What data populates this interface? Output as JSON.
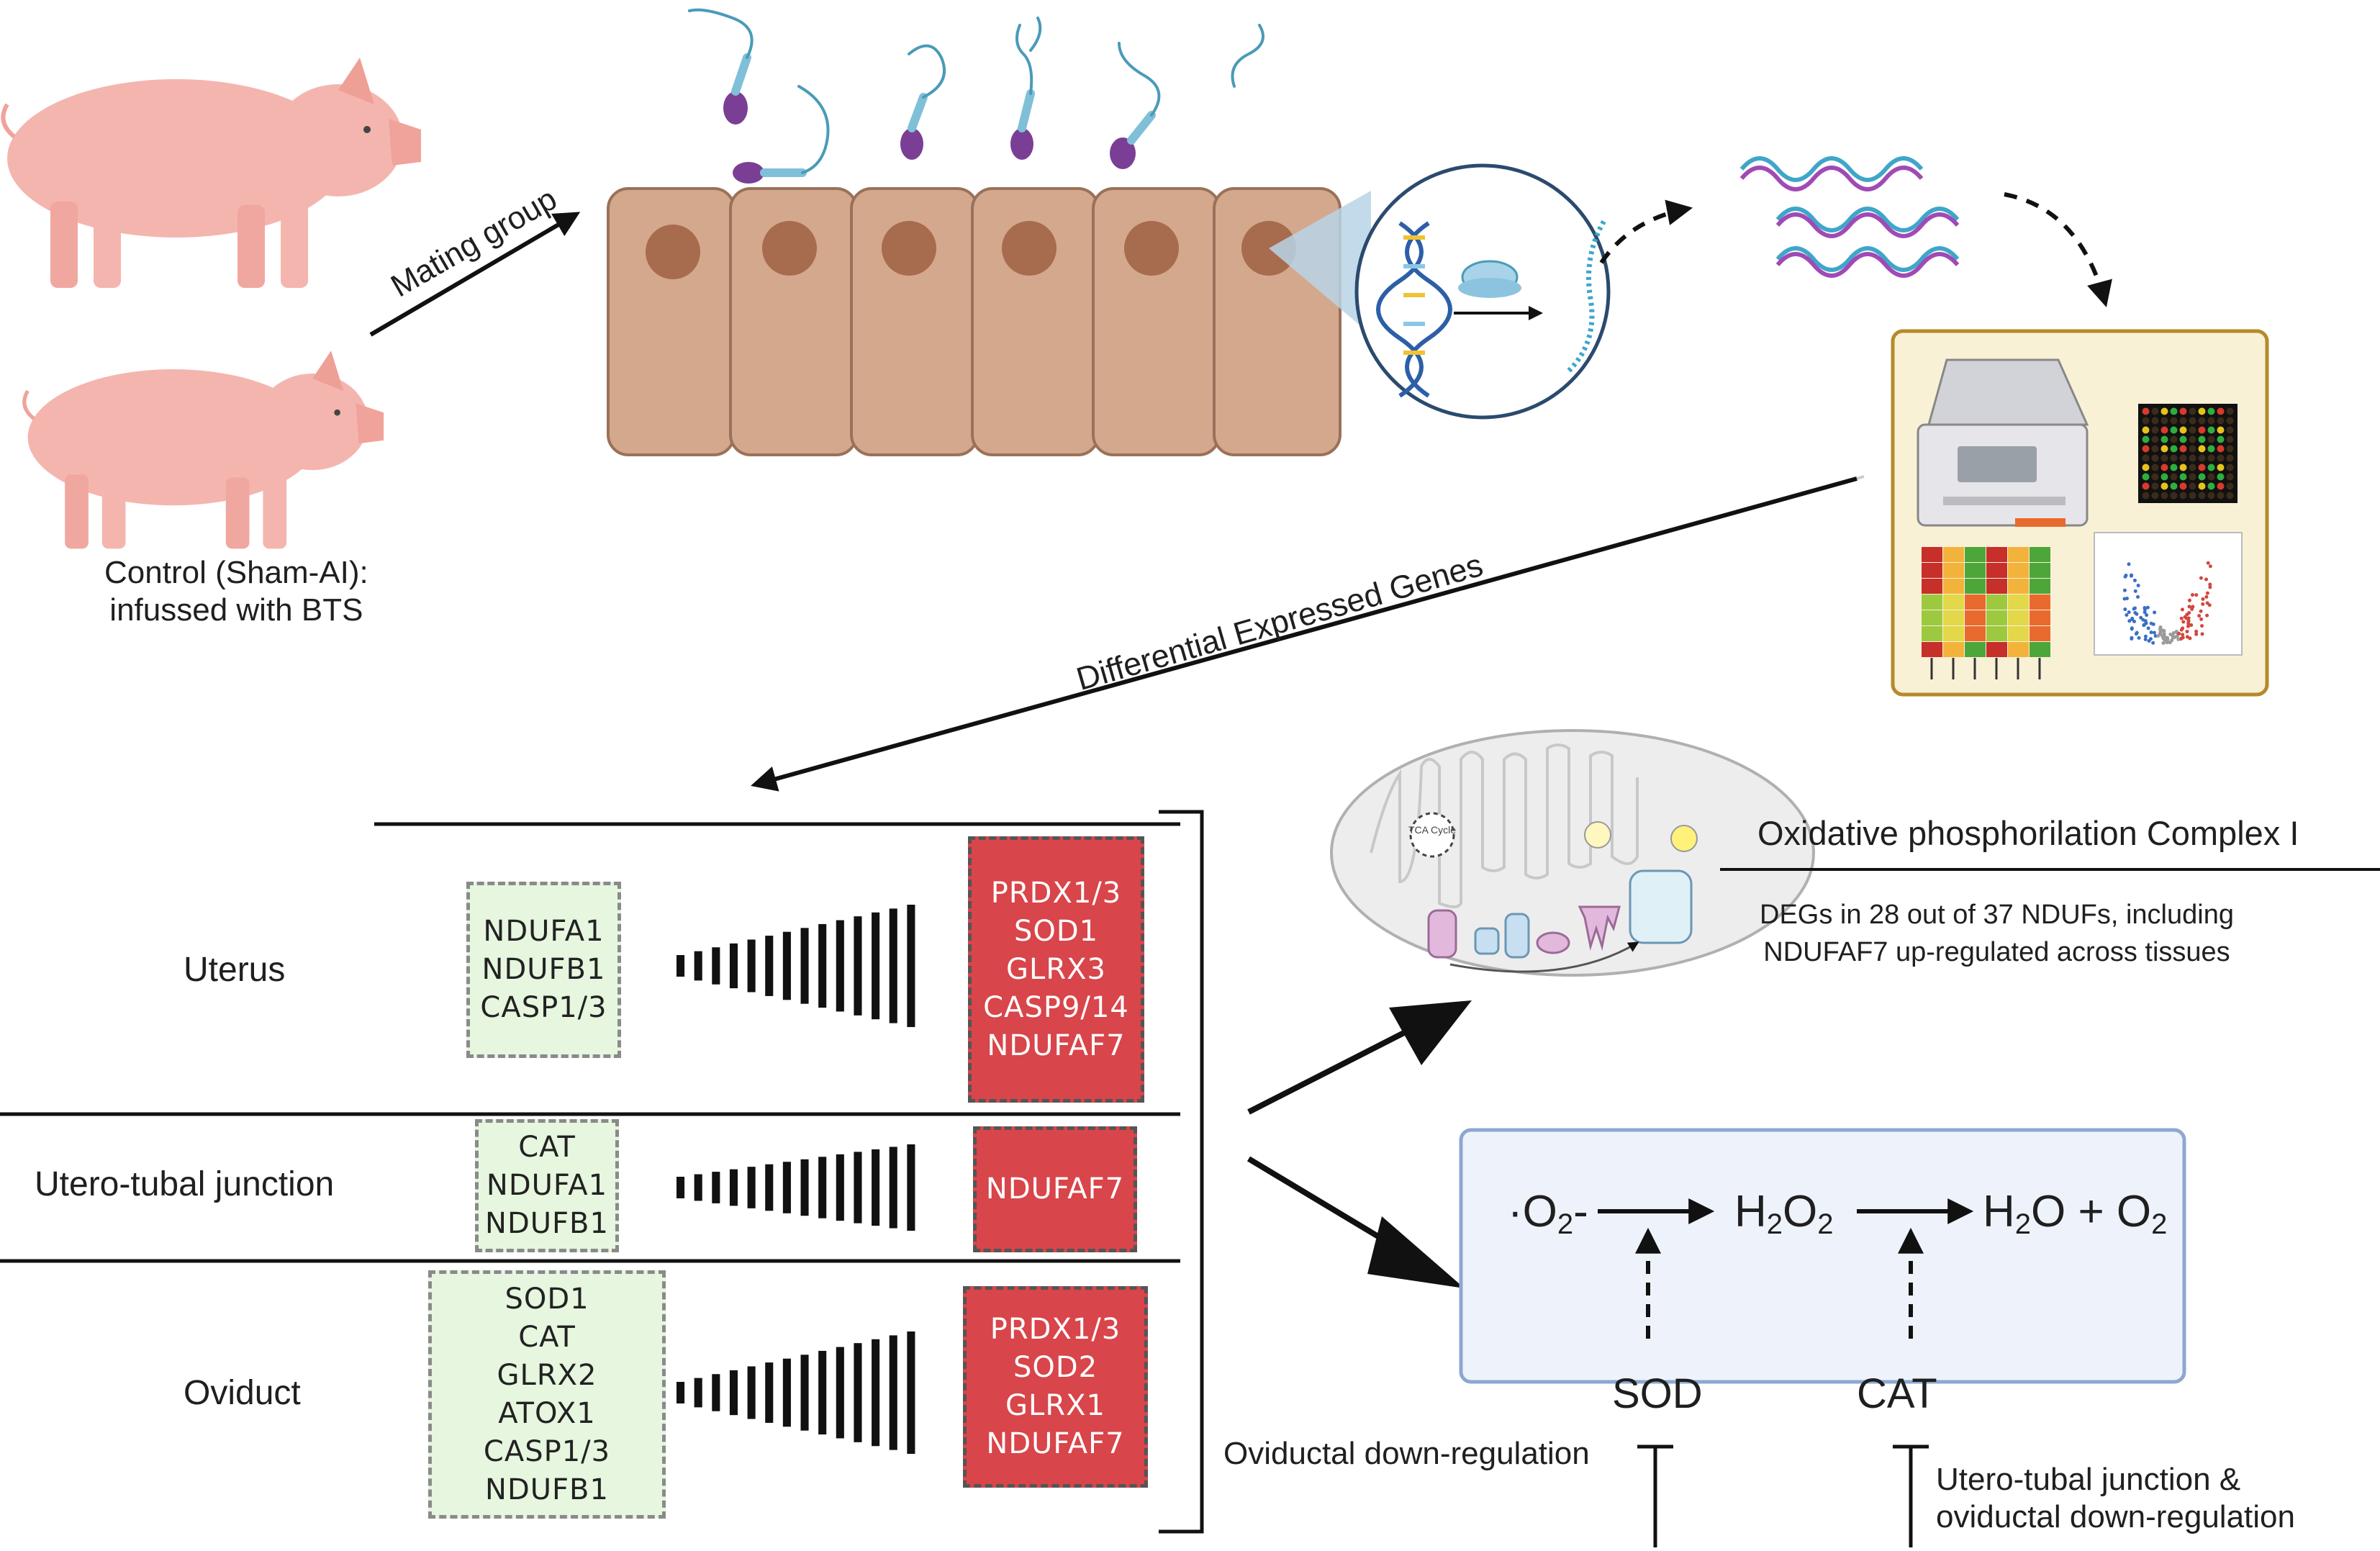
{
  "labels": {
    "control": [
      "Control (Sham-AI):",
      "infussed with BTS"
    ],
    "mating_group": "Mating group",
    "deg": "Differential Expressed Genes",
    "oxphos_title": "Oxidative phosphorilation Complex I",
    "oxphos_note": [
      "DEGs in 28 out of 37 NDUFs, including",
      "NDUFAF7 up-regulated across tissues"
    ],
    "oviductal_down": "Oviductal down-regulation",
    "utj_down": [
      "Utero-tubal junction &",
      "oviductal down-regulation"
    ],
    "mito_tca": "TCA Cycle"
  },
  "tissues": [
    {
      "name": "Uterus",
      "down": [
        "NDUFA1",
        "NDUFB1",
        "CASP1/3"
      ],
      "up": [
        "PRDX1/3",
        "SOD1",
        "GLRX3",
        "CASP9/14",
        "NDUFAF7"
      ]
    },
    {
      "name": "Utero-tubal junction",
      "down": [
        "CAT",
        "NDUFA1",
        "NDUFB1"
      ],
      "up": [
        "NDUFAF7"
      ]
    },
    {
      "name": "Oviduct",
      "down": [
        "SOD1",
        "CAT",
        "GLRX2",
        "ATOX1",
        "CASP1/3",
        "NDUFB1"
      ],
      "up": [
        "PRDX1/3",
        "SOD2",
        "GLRX1",
        "NDUFAF7"
      ]
    }
  ],
  "reaction": {
    "superoxide": "·O",
    "superoxide_sub": "2",
    "superoxide_charge": "-",
    "h2o2_a": "H",
    "h2o2_sub1": "2",
    "h2o2_b": "O",
    "h2o2_sub2": "2",
    "water": "H",
    "water_sub": "2",
    "water_b": "O + O",
    "water_sub2": "2",
    "enzyme1": "SOD",
    "enzyme2": "CAT"
  },
  "colors": {
    "up": "#d8454a",
    "down": "#e6f6df",
    "pig": "#f4b5ae",
    "cell": "#d4a88d",
    "nucleus": "#a76b4d",
    "reaction_box": "#eef3fb",
    "reaction_border": "#8da7d0",
    "rna_blue": "#3fa6c9",
    "rna_purple": "#a04ab5"
  }
}
